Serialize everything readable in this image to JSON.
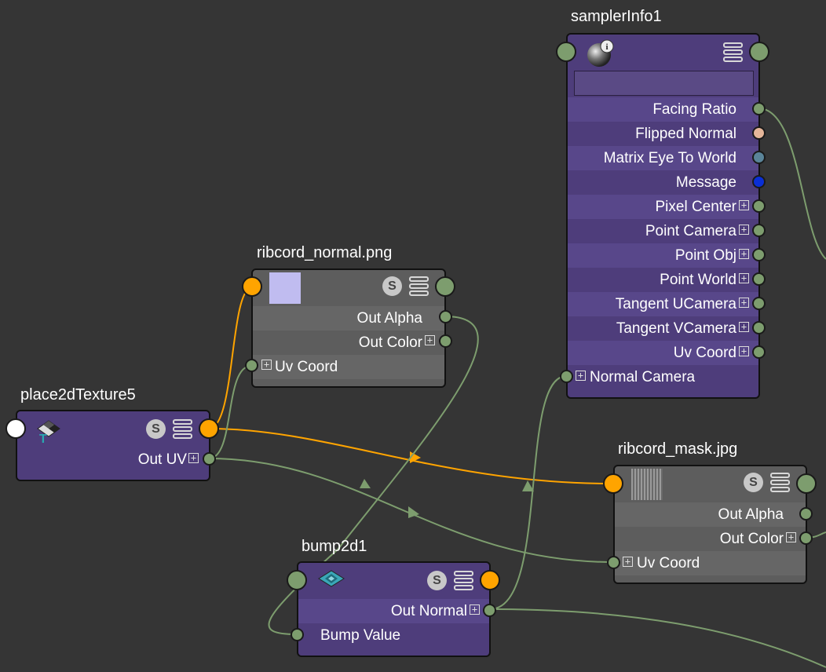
{
  "colors": {
    "background": "#353535",
    "shader_node": "#4e3d7b",
    "texture_node": "#5d5d5d",
    "wire_orange": "#ffa400",
    "wire_green": "#7d9d6e"
  },
  "nodes": {
    "samplerInfo1": {
      "title": "samplerInfo1",
      "icon": "sphere-info-icon",
      "attributes": [
        "Facing Ratio",
        "Flipped Normal",
        "Matrix Eye To World",
        "Message",
        "Pixel Center",
        "Point Camera",
        "Point Obj",
        "Point World",
        "Tangent UCamera",
        "Tangent VCamera",
        "Uv Coord",
        "Normal Camera"
      ]
    },
    "ribcord_normal": {
      "title": "ribcord_normal.png",
      "swatch_color": "#c0bcf0",
      "attributes": [
        "Out Alpha",
        "Out Color",
        "Uv Coord"
      ]
    },
    "place2dTexture5": {
      "title": "place2dTexture5",
      "icon": "place2d-texture-icon",
      "attributes": [
        "Out UV"
      ]
    },
    "ribcord_mask": {
      "title": "ribcord_mask.jpg",
      "swatch_color": "#8a8a8a",
      "attributes": [
        "Out Alpha",
        "Out Color",
        "Uv Coord"
      ]
    },
    "bump2d1": {
      "title": "bump2d1",
      "icon": "bump2d-icon",
      "attributes": [
        "Out Normal",
        "Bump Value"
      ]
    }
  },
  "badges": {
    "s_label": "S"
  }
}
